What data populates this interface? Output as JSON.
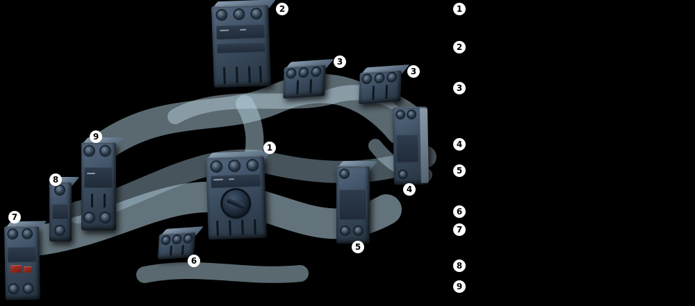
{
  "diagram": {
    "background_color": "#000000",
    "ribbon_color": "#b4d1e0",
    "callout": {
      "background": "#ffffff",
      "text_color": "#000000"
    },
    "callouts": [
      {
        "ref": "2"
      },
      {
        "ref": "3"
      },
      {
        "ref": "3"
      },
      {
        "ref": "1"
      },
      {
        "ref": "9"
      },
      {
        "ref": "8"
      },
      {
        "ref": "7"
      },
      {
        "ref": "6"
      },
      {
        "ref": "5"
      },
      {
        "ref": "4"
      }
    ],
    "legend": [
      "1",
      "2",
      "3",
      "4",
      "5",
      "6",
      "7",
      "8",
      "9"
    ]
  }
}
